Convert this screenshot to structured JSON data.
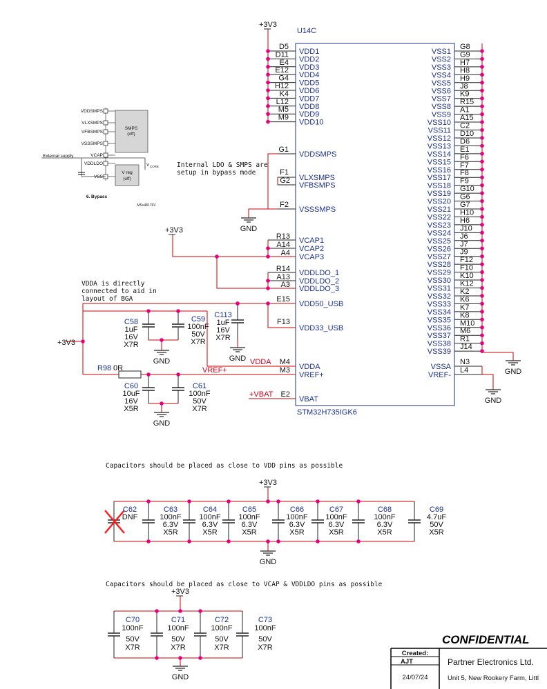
{
  "chip": {
    "ref": "U14C",
    "part": "STM32H735IGK6",
    "rail": "+3V3",
    "vdd_pins": [
      {
        "num": "D5",
        "name": "VDD1"
      },
      {
        "num": "D11",
        "name": "VDD2"
      },
      {
        "num": "E4",
        "name": "VDD3"
      },
      {
        "num": "E12",
        "name": "VDD4"
      },
      {
        "num": "G4",
        "name": "VDD5"
      },
      {
        "num": "H12",
        "name": "VDD6"
      },
      {
        "num": "K4",
        "name": "VDD7"
      },
      {
        "num": "L12",
        "name": "VDD8"
      },
      {
        "num": "M5",
        "name": "VDD9"
      },
      {
        "num": "M9",
        "name": "VDD10"
      }
    ],
    "smps_pins": [
      {
        "num": "G1",
        "name": "VDDSMPS"
      },
      {
        "num": "F1",
        "name": "VLXSMPS"
      },
      {
        "num": "G2",
        "name": "VFBSMPS"
      },
      {
        "num": "F2",
        "name": "VSSSMPS"
      }
    ],
    "vcap_pins": [
      {
        "num": "R13",
        "name": "VCAP1"
      },
      {
        "num": "A14",
        "name": "VCAP2"
      },
      {
        "num": "A4",
        "name": "VCAP3"
      }
    ],
    "vddldo_pins": [
      {
        "num": "R14",
        "name": "VDDLDO_1"
      },
      {
        "num": "A13",
        "name": "VDDLDO_2"
      },
      {
        "num": "A3",
        "name": "VDDLDO_3"
      }
    ],
    "usb_pins": [
      {
        "num": "E15",
        "name": "VDD50_USB"
      },
      {
        "num": "F13",
        "name": "VDD33_USB"
      }
    ],
    "analog_pins": [
      {
        "num": "M4",
        "name": "VDDA"
      },
      {
        "num": "M3",
        "name": "VREF+"
      },
      {
        "num": "E2",
        "name": "VBAT"
      }
    ],
    "vss_pins": [
      {
        "num": "G8",
        "name": "VSS1"
      },
      {
        "num": "G9",
        "name": "VSS2"
      },
      {
        "num": "H7",
        "name": "VSS3"
      },
      {
        "num": "H8",
        "name": "VSS4"
      },
      {
        "num": "H9",
        "name": "VSS5"
      },
      {
        "num": "J8",
        "name": "VSS6"
      },
      {
        "num": "K9",
        "name": "VSS7"
      },
      {
        "num": "R15",
        "name": "VSS8"
      },
      {
        "num": "A1",
        "name": "VSS9"
      },
      {
        "num": "A15",
        "name": "VSS10"
      },
      {
        "num": "C2",
        "name": "VSS11"
      },
      {
        "num": "D10",
        "name": "VSS12"
      },
      {
        "num": "D6",
        "name": "VSS13"
      },
      {
        "num": "E1",
        "name": "VSS14"
      },
      {
        "num": "F6",
        "name": "VSS15"
      },
      {
        "num": "F7",
        "name": "VSS16"
      },
      {
        "num": "F8",
        "name": "VSS17"
      },
      {
        "num": "F9",
        "name": "VSS18"
      },
      {
        "num": "G10",
        "name": "VSS19"
      },
      {
        "num": "G6",
        "name": "VSS20"
      },
      {
        "num": "G7",
        "name": "VSS21"
      },
      {
        "num": "H10",
        "name": "VSS22"
      },
      {
        "num": "H6",
        "name": "VSS23"
      },
      {
        "num": "J10",
        "name": "VSS24"
      },
      {
        "num": "J6",
        "name": "VSS25"
      },
      {
        "num": "J7",
        "name": "VSS26"
      },
      {
        "num": "J9",
        "name": "VSS27"
      },
      {
        "num": "F12",
        "name": "VSS28"
      },
      {
        "num": "F10",
        "name": "VSS29"
      },
      {
        "num": "K10",
        "name": "VSS30"
      },
      {
        "num": "K12",
        "name": "VSS31"
      },
      {
        "num": "K2",
        "name": "VSS32"
      },
      {
        "num": "K6",
        "name": "VSS33"
      },
      {
        "num": "K7",
        "name": "VSS34"
      },
      {
        "num": "K8",
        "name": "VSS35"
      },
      {
        "num": "M10",
        "name": "VSS36"
      },
      {
        "num": "M6",
        "name": "VSS37"
      },
      {
        "num": "R1",
        "name": "VSS38"
      },
      {
        "num": "J14",
        "name": "VSS39"
      }
    ],
    "right_extra_pins": [
      {
        "num": "N3",
        "name": "VSSA"
      },
      {
        "num": "L4",
        "name": "VREF-"
      }
    ]
  },
  "labels": {
    "gnd": "GND",
    "rail": "+3V3",
    "vdda_net": "VDDA",
    "vref_net": "VREF+",
    "vbat_net": "+VBAT",
    "bypass_note_1": "Internal LDO & SMPS are",
    "bypass_note_2": "setup in bypass mode",
    "vdda_note_1": "VDDA is directly",
    "vdda_note_2": "connected to aid in",
    "vdda_note_3": "layout of BGA",
    "note_vdd": "Capacitors should be placed as close to VDD pins as possible",
    "note_vcap": "Capacitors should be placed as close to VCAP & VDDLDO pins as possible",
    "r98": "R98",
    "r98_value": "0R"
  },
  "inset": {
    "pins": [
      "VDDSMPS",
      "VLXSMPS",
      "VFBSMPS",
      "VSSSMPS",
      "VCAP",
      "VDDLDO",
      "VSS"
    ],
    "external_supply": "External supply",
    "vcore": "V",
    "vcore_sub": "CORE",
    "smps_line1": "SMPS",
    "smps_line2": "(off)",
    "vreg_line1": "V reg",
    "vreg_line2": "(off)",
    "caption": "6. Bypass",
    "code": "MSv48176V"
  },
  "caps_top": [
    {
      "ref": "C58",
      "value": "1uF",
      "volt": "16V",
      "dielectric": "X7R"
    },
    {
      "ref": "C59",
      "value": "100nF",
      "volt": "50V",
      "dielectric": "X7R"
    },
    {
      "ref": "C113",
      "value": "1uF",
      "volt": "16V",
      "dielectric": "X7R"
    }
  ],
  "caps_vref": [
    {
      "ref": "C60",
      "value": "10uF",
      "volt": "16V",
      "dielectric": "X5R"
    },
    {
      "ref": "C61",
      "value": "100nF",
      "volt": "50V",
      "dielectric": "X7R"
    }
  ],
  "dnf_cap": {
    "ref": "C62",
    "value": "DNF"
  },
  "caps_vdd": [
    {
      "ref": "C63",
      "value": "100nF",
      "volt": "6.3V",
      "dielectric": "X5R"
    },
    {
      "ref": "C64",
      "value": "100nF",
      "volt": "6.3V",
      "dielectric": "X5R"
    },
    {
      "ref": "C65",
      "value": "100nF",
      "volt": "6.3V",
      "dielectric": "X5R"
    },
    {
      "ref": "C66",
      "value": "100nF",
      "volt": "6.3V",
      "dielectric": "X5R"
    },
    {
      "ref": "C67",
      "value": "100nF",
      "volt": "6.3V",
      "dielectric": "X5R"
    },
    {
      "ref": "C68",
      "value": "100nF",
      "volt": "6.3V",
      "dielectric": "X5R"
    },
    {
      "ref": "C69",
      "value": "4.7uF",
      "volt": "50V",
      "dielectric": "X5R"
    }
  ],
  "caps_vcap": [
    {
      "ref": "C70",
      "value": "100nF",
      "volt": "50V",
      "dielectric": "X7R"
    },
    {
      "ref": "C71",
      "value": "100nF",
      "volt": "50V",
      "dielectric": "X7R"
    },
    {
      "ref": "C72",
      "value": "100nF",
      "volt": "50V",
      "dielectric": "X7R"
    },
    {
      "ref": "C73",
      "value": "100nF",
      "volt": "50V",
      "dielectric": "X7R"
    }
  ],
  "title_block": {
    "confidential": "CONFIDENTIAL",
    "created_label": "Created:",
    "author": "AJT",
    "date": "24/07/24",
    "company": "Partner Electronics Ltd.",
    "address": "Unit 5, New Rookery Farm, Littl"
  },
  "colors": {
    "wire": "#cc0000",
    "junction": "#e6007e",
    "text_blue": "#1a2f8c",
    "net_label": "#d4001a",
    "dnf_cross": "#ff1a1a"
  }
}
